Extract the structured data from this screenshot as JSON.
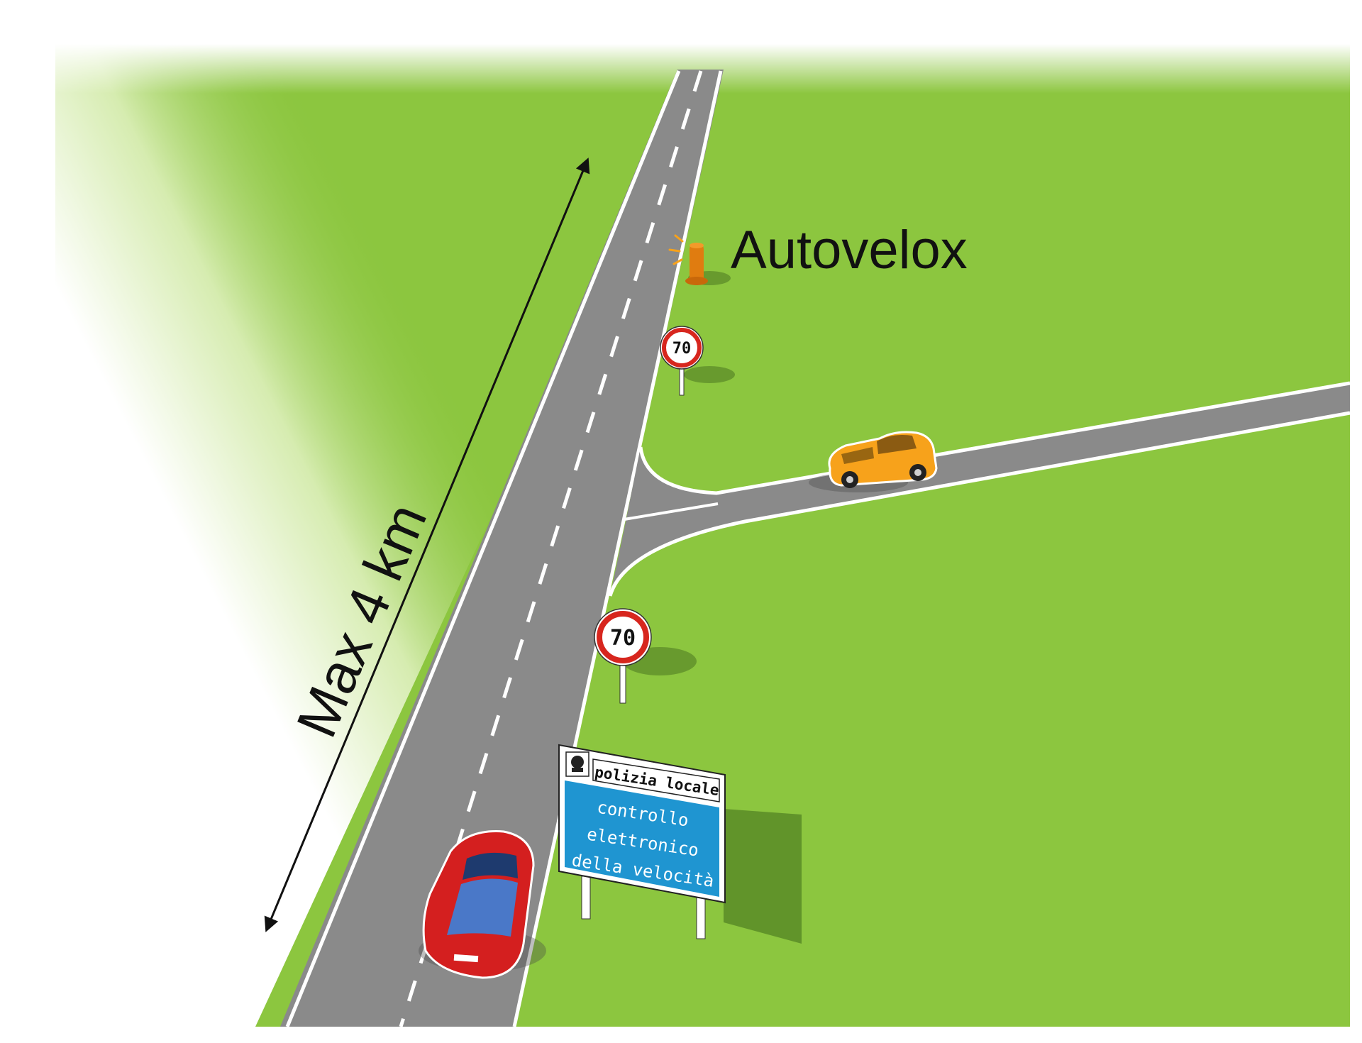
{
  "labels": {
    "speed_camera": "Autovelox",
    "distance": "Max 4 km"
  },
  "speed_limit_signs": [
    {
      "value": "70"
    },
    {
      "value": "70"
    }
  ],
  "info_sign": {
    "header": "polizia locale",
    "lines": [
      "controllo",
      "elettronico",
      "della velocità"
    ]
  },
  "colors": {
    "grass": "#8cc63f",
    "road": "#8a8a8a",
    "info_panel_blue": "#1f95d1",
    "car_red": "#d41f1f",
    "car_yellow": "#f7a21b",
    "camera_orange": "#e07c10",
    "sign_red": "#d7261e"
  }
}
